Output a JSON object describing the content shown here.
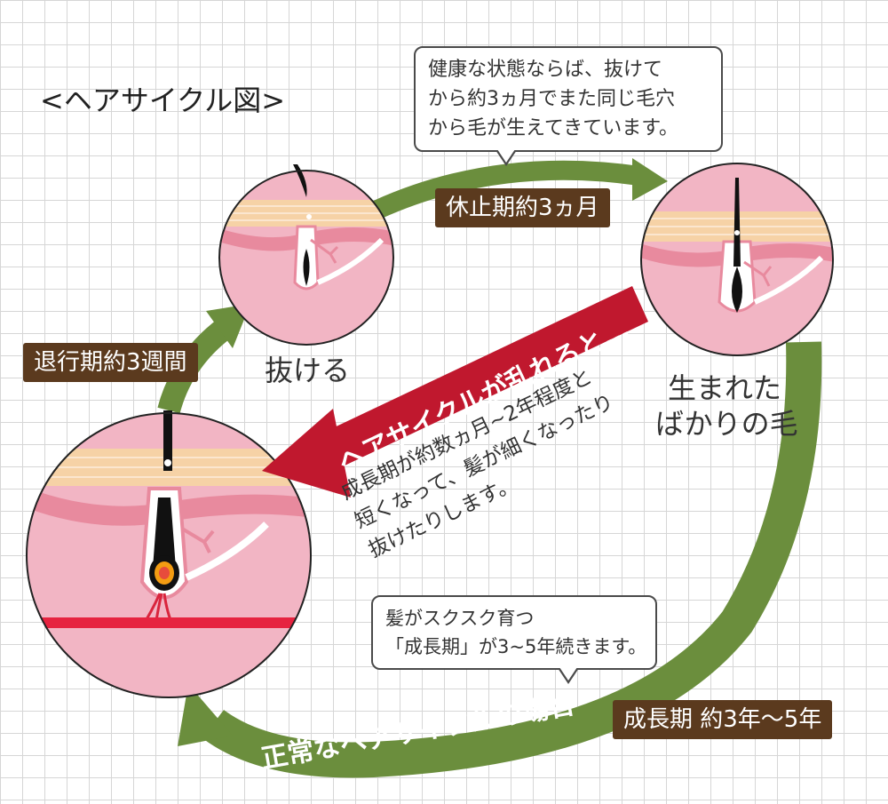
{
  "title": "<ヘアサイクル図>",
  "colors": {
    "arrow_green": "#6b8e3d",
    "arrow_red": "#c0182e",
    "label_brown": "#5b3a1e",
    "skin_top": "#f6d2a6",
    "skin_pink": "#f2b5c4",
    "hair": "#111111"
  },
  "bubbles": {
    "healthy": [
      "健康な状態ならば、抜けて",
      "から約3ヵ月でまた同じ毛穴",
      "から毛が生えてきています。"
    ],
    "growth": [
      "髪がスクスク育つ",
      "「成長期」が3~5年続きます。"
    ]
  },
  "phase_labels": {
    "resting": "休止期約3ヵ月",
    "regression": "退行期約3週間",
    "growth": "成長期 約3年〜5年"
  },
  "stage_labels": {
    "fall_out": "抜ける",
    "newborn_line1": "生まれた",
    "newborn_line2": "ばかりの毛"
  },
  "red_arrow_text": "ヘアサイクルが乱れると…",
  "disorder_text": [
    "成長期が約数ヵ月~2年程度と",
    "短くなって、髪が細くなったり",
    "抜けたりします。"
  ],
  "green_arrow_text": "正常なヘアサイクルの場合"
}
